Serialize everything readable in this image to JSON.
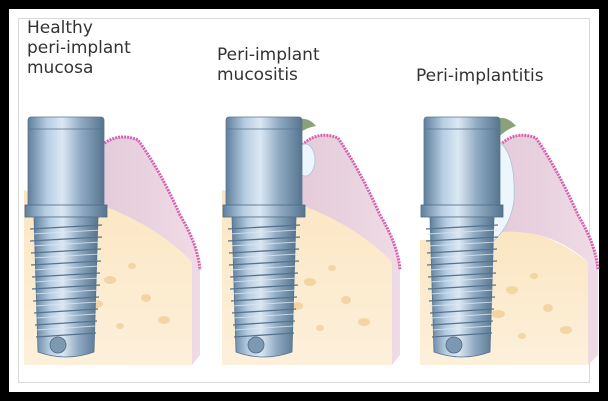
{
  "panels": [
    {
      "label_lines": [
        "Healthy",
        "peri-implant",
        "mucosa"
      ]
    },
    {
      "label_lines": [
        "Peri-implant",
        "mucositis"
      ]
    },
    {
      "label_lines": [
        "Peri-implantitis"
      ]
    }
  ],
  "colors": {
    "frame": "#000000",
    "mucosa": "#e9d2df",
    "mucosa_edge": "#d663b2",
    "bone": "#fbe8c8",
    "bone_spots": "#f4d6a2",
    "implant_light": "#b9cfe3",
    "implant_dark": "#6e8ca7",
    "inflammation": "#e8f2fb",
    "plaque": "#8aa279",
    "text": "#333333"
  }
}
